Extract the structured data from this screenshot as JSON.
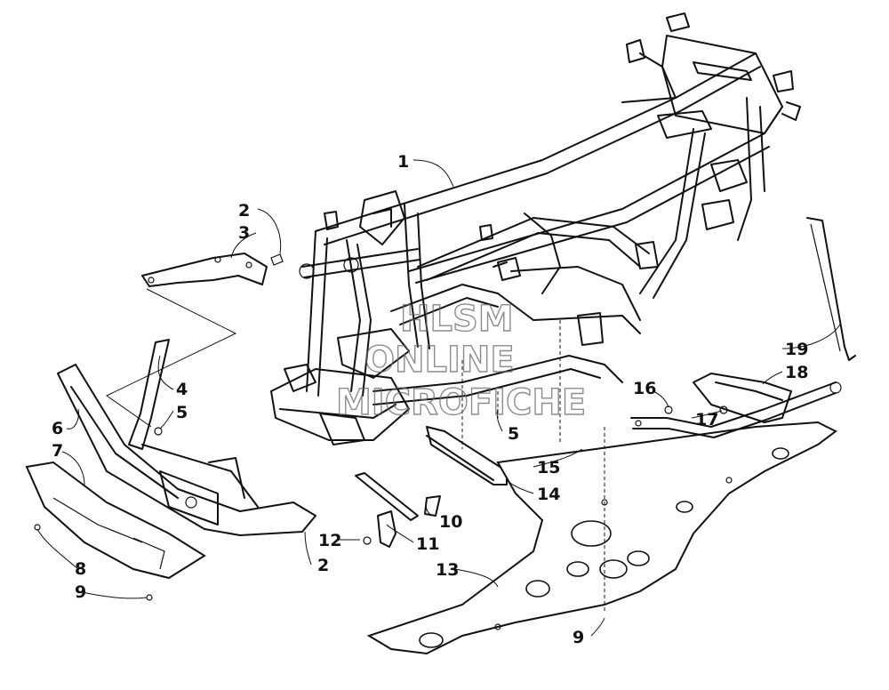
{
  "watermark": {
    "line1": "HLSM",
    "line2": "ONLINE",
    "line3": "MICROFICHE"
  },
  "callouts": [
    {
      "id": "c1",
      "label": "1"
    },
    {
      "id": "c2a",
      "label": "2"
    },
    {
      "id": "c3",
      "label": "3"
    },
    {
      "id": "c4",
      "label": "4"
    },
    {
      "id": "c5a",
      "label": "5"
    },
    {
      "id": "c6",
      "label": "6"
    },
    {
      "id": "c7",
      "label": "7"
    },
    {
      "id": "c8",
      "label": "8"
    },
    {
      "id": "c9a",
      "label": "9"
    },
    {
      "id": "c2b",
      "label": "2"
    },
    {
      "id": "c12",
      "label": "12"
    },
    {
      "id": "c10",
      "label": "10"
    },
    {
      "id": "c11",
      "label": "11"
    },
    {
      "id": "c13",
      "label": "13"
    },
    {
      "id": "c14",
      "label": "14"
    },
    {
      "id": "c15",
      "label": "15"
    },
    {
      "id": "c5b",
      "label": "5"
    },
    {
      "id": "c16",
      "label": "16"
    },
    {
      "id": "c17",
      "label": "17"
    },
    {
      "id": "c18",
      "label": "18"
    },
    {
      "id": "c19",
      "label": "19"
    },
    {
      "id": "c9b",
      "label": "9"
    }
  ]
}
